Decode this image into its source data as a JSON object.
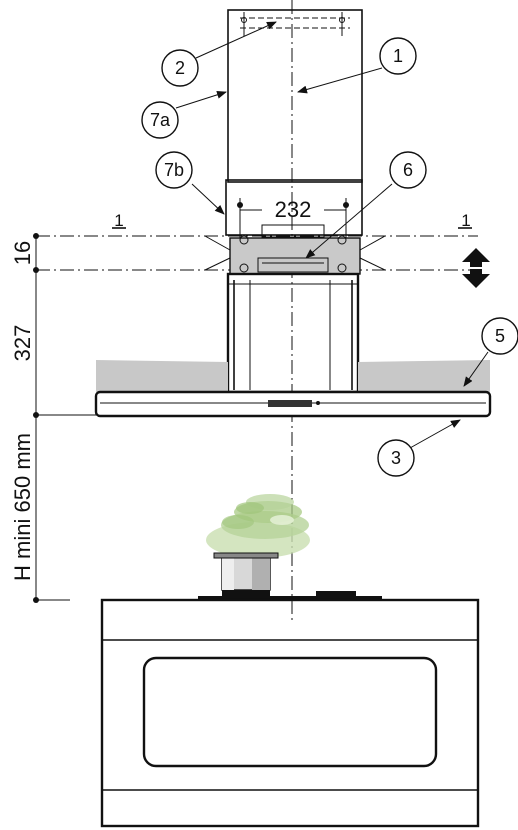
{
  "callouts": {
    "c1": "1",
    "c2": "2",
    "c7a": "7a",
    "c7b": "7b",
    "c6": "6",
    "c5": "5",
    "c3": "3"
  },
  "dimensions": {
    "bracket_spacing": "232",
    "adjust_height": "16",
    "chimney_height": "327",
    "min_height": "H mini 650 mm"
  },
  "references": {
    "left": "1",
    "right": "1"
  }
}
